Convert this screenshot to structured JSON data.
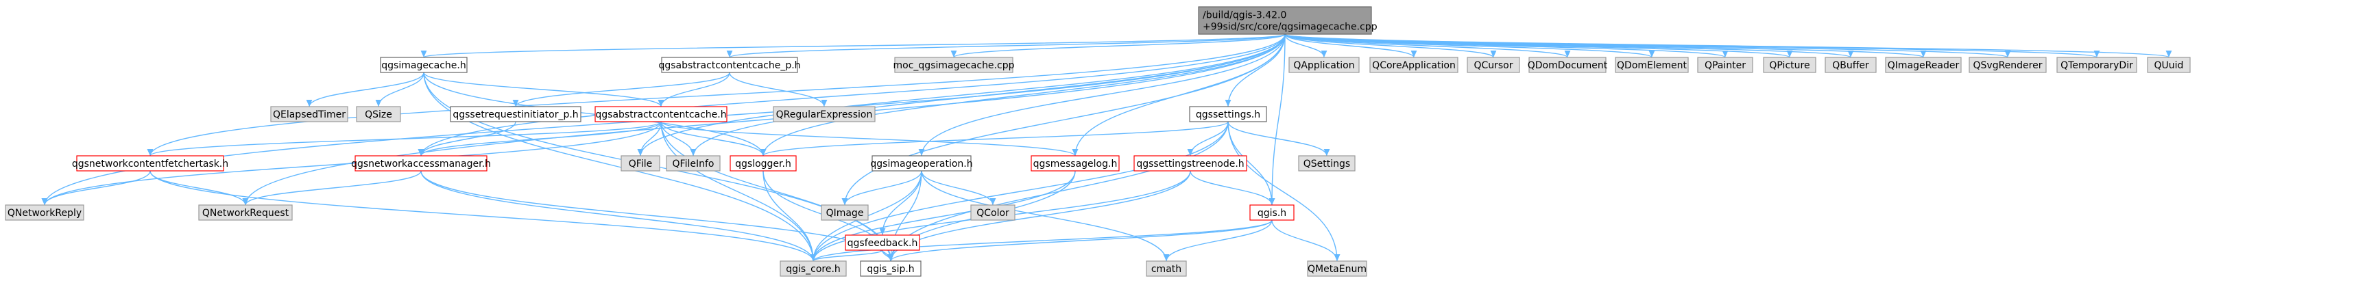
{
  "colors": {
    "edge": "#63b8ff",
    "root_fill": "#999999",
    "root_stroke": "#666666",
    "linked_fill": "#ffffff",
    "linked_stroke_red": "#ff0000",
    "linked_stroke_gray": "#666666",
    "external_fill": "#e0e0e0",
    "external_stroke": "#999999"
  },
  "graph": {
    "nodes": [
      {
        "id": "root",
        "label": "/build/qgis-3.42.0\n+99sid/src/core/qgsimagecache.cpp",
        "kind": "root"
      },
      {
        "id": "qgsimagecache_h",
        "label": "qgsimagecache.h",
        "kind": "linked"
      },
      {
        "id": "qgsabstractcontentcache_p_h",
        "label": "qgsabstractcontentcache_p.h",
        "kind": "linked"
      },
      {
        "id": "moc",
        "label": "moc_qgsimagecache.cpp",
        "kind": "external"
      },
      {
        "id": "qgssettings_h",
        "label": "qgssettings.h",
        "kind": "linked"
      },
      {
        "id": "QApplication",
        "label": "QApplication",
        "kind": "external"
      },
      {
        "id": "QCoreApplication",
        "label": "QCoreApplication",
        "kind": "external"
      },
      {
        "id": "QCursor",
        "label": "QCursor",
        "kind": "external"
      },
      {
        "id": "QDomDocument",
        "label": "QDomDocument",
        "kind": "external"
      },
      {
        "id": "QDomElement",
        "label": "QDomElement",
        "kind": "external"
      },
      {
        "id": "QPainter",
        "label": "QPainter",
        "kind": "external"
      },
      {
        "id": "QPicture",
        "label": "QPicture",
        "kind": "external"
      },
      {
        "id": "QBuffer",
        "label": "QBuffer",
        "kind": "external"
      },
      {
        "id": "QImageReader",
        "label": "QImageReader",
        "kind": "external"
      },
      {
        "id": "QSvgRenderer",
        "label": "QSvgRenderer",
        "kind": "external"
      },
      {
        "id": "QTemporaryDir",
        "label": "QTemporaryDir",
        "kind": "external"
      },
      {
        "id": "QUuid",
        "label": "QUuid",
        "kind": "external"
      },
      {
        "id": "QElapsedTimer",
        "label": "QElapsedTimer",
        "kind": "external"
      },
      {
        "id": "QSize",
        "label": "QSize",
        "kind": "external"
      },
      {
        "id": "qgssetrequestinitiator_p_h",
        "label": "qgssetrequestinitiator_p.h",
        "kind": "linked"
      },
      {
        "id": "qgsabstractcontentcache_h",
        "label": "qgsabstractcontentcache.h",
        "kind": "linked-red"
      },
      {
        "id": "QRegularExpression",
        "label": "QRegularExpression",
        "kind": "external"
      },
      {
        "id": "qgsnetworkcontentfetchertask_h",
        "label": "qgsnetworkcontentfetchertask.h",
        "kind": "linked-red"
      },
      {
        "id": "qgsnetworkaccessmanager_h",
        "label": "qgsnetworkaccessmanager.h",
        "kind": "linked-red"
      },
      {
        "id": "QFile",
        "label": "QFile",
        "kind": "external"
      },
      {
        "id": "QFileInfo",
        "label": "QFileInfo",
        "kind": "external"
      },
      {
        "id": "qgslogger_h",
        "label": "qgslogger.h",
        "kind": "linked-red"
      },
      {
        "id": "qgsimageoperation_h",
        "label": "qgsimageoperation.h",
        "kind": "linked"
      },
      {
        "id": "qgsmessagelog_h",
        "label": "qgsmessagelog.h",
        "kind": "linked-red"
      },
      {
        "id": "qgssettingstreenode_h",
        "label": "qgssettingstreenode.h",
        "kind": "linked-red"
      },
      {
        "id": "QSettings",
        "label": "QSettings",
        "kind": "external"
      },
      {
        "id": "QNetworkReply",
        "label": "QNetworkReply",
        "kind": "external"
      },
      {
        "id": "QNetworkRequest",
        "label": "QNetworkRequest",
        "kind": "external"
      },
      {
        "id": "QImage",
        "label": "QImage",
        "kind": "external"
      },
      {
        "id": "QColor",
        "label": "QColor",
        "kind": "external"
      },
      {
        "id": "qgsfeedback_h",
        "label": "qgsfeedback.h",
        "kind": "linked-red"
      },
      {
        "id": "qgis_h",
        "label": "qgis.h",
        "kind": "linked-red"
      },
      {
        "id": "qgis_core_h",
        "label": "qgis_core.h",
        "kind": "external"
      },
      {
        "id": "qgis_sip_h",
        "label": "qgis_sip.h",
        "kind": "linked"
      },
      {
        "id": "cmath",
        "label": "cmath",
        "kind": "external"
      },
      {
        "id": "QMetaEnum",
        "label": "QMetaEnum",
        "kind": "external"
      }
    ],
    "edges": [
      [
        "root",
        "qgsimagecache_h"
      ],
      [
        "root",
        "qgsabstractcontentcache_p_h"
      ],
      [
        "root",
        "moc"
      ],
      [
        "root",
        "qgssettings_h"
      ],
      [
        "root",
        "QApplication"
      ],
      [
        "root",
        "QCoreApplication"
      ],
      [
        "root",
        "QCursor"
      ],
      [
        "root",
        "QDomDocument"
      ],
      [
        "root",
        "QDomElement"
      ],
      [
        "root",
        "QPainter"
      ],
      [
        "root",
        "QPicture"
      ],
      [
        "root",
        "QBuffer"
      ],
      [
        "root",
        "QImageReader"
      ],
      [
        "root",
        "QSvgRenderer"
      ],
      [
        "root",
        "QTemporaryDir"
      ],
      [
        "root",
        "QUuid"
      ],
      [
        "root",
        "qgsnetworkcontentfetchertask_h"
      ],
      [
        "root",
        "qgsnetworkaccessmanager_h"
      ],
      [
        "root",
        "qgslogger_h"
      ],
      [
        "root",
        "qgsmessagelog_h"
      ],
      [
        "root",
        "qgsimageoperation_h"
      ],
      [
        "root",
        "qgis_h"
      ],
      [
        "root",
        "QNetworkReply"
      ],
      [
        "root",
        "QNetworkRequest"
      ],
      [
        "root",
        "QImage"
      ],
      [
        "root",
        "QFile"
      ],
      [
        "root",
        "QFileInfo"
      ],
      [
        "qgsimagecache_h",
        "QElapsedTimer"
      ],
      [
        "qgsimagecache_h",
        "QSize"
      ],
      [
        "qgsimagecache_h",
        "qgsabstractcontentcache_h"
      ],
      [
        "qgsimagecache_h",
        "qgis_core_h"
      ],
      [
        "qgsimagecache_h",
        "qgis_sip_h"
      ],
      [
        "qgsimagecache_h",
        "qgslogger_h"
      ],
      [
        "qgsabstractcontentcache_p_h",
        "qgsabstractcontentcache_h"
      ],
      [
        "qgsabstractcontentcache_p_h",
        "QRegularExpression"
      ],
      [
        "qgsabstractcontentcache_p_h",
        "qgssetrequestinitiator_p_h"
      ],
      [
        "qgssetrequestinitiator_p_h",
        "qgsnetworkaccessmanager_h"
      ],
      [
        "qgsabstractcontentcache_h",
        "QFile"
      ],
      [
        "qgsabstractcontentcache_h",
        "QFileInfo"
      ],
      [
        "qgsabstractcontentcache_h",
        "qgslogger_h"
      ],
      [
        "qgsabstractcontentcache_h",
        "qgsmessagelog_h"
      ],
      [
        "qgsabstractcontentcache_h",
        "qgsnetworkcontentfetchertask_h"
      ],
      [
        "qgsabstractcontentcache_h",
        "qgsnetworkaccessmanager_h"
      ],
      [
        "qgsabstractcontentcache_h",
        "qgis_core_h"
      ],
      [
        "qgsabstractcontentcache_h",
        "qgis_sip_h"
      ],
      [
        "qgsabstractcontentcache_h",
        "QNetworkReply"
      ],
      [
        "qgsnetworkcontentfetchertask_h",
        "QNetworkReply"
      ],
      [
        "qgsnetworkcontentfetchertask_h",
        "QNetworkRequest"
      ],
      [
        "qgsnetworkcontentfetchertask_h",
        "qgis_core_h"
      ],
      [
        "qgsnetworkaccessmanager_h",
        "QNetworkRequest"
      ],
      [
        "qgsnetworkaccessmanager_h",
        "qgis_core_h"
      ],
      [
        "qgsnetworkaccessmanager_h",
        "qgis_sip_h"
      ],
      [
        "qgslogger_h",
        "qgis_core_h"
      ],
      [
        "qgslogger_h",
        "qgis_sip_h"
      ],
      [
        "qgsmessagelog_h",
        "qgis_core_h"
      ],
      [
        "qgsmessagelog_h",
        "qgis_sip_h"
      ],
      [
        "qgssettings_h",
        "QSettings"
      ],
      [
        "qgssettings_h",
        "QMetaEnum"
      ],
      [
        "qgssettings_h",
        "qgssettingstreenode_h"
      ],
      [
        "qgssettings_h",
        "qgis_core_h"
      ],
      [
        "qgssettings_h",
        "qgis_sip_h"
      ],
      [
        "qgssettings_h",
        "qgslogger_h"
      ],
      [
        "qgssettings_h",
        "qgis_h"
      ],
      [
        "qgsimageoperation_h",
        "QImage"
      ],
      [
        "qgsimageoperation_h",
        "QColor"
      ],
      [
        "qgsimageoperation_h",
        "qgsfeedback_h"
      ],
      [
        "qgsimageoperation_h",
        "qgis_core_h"
      ],
      [
        "qgsimageoperation_h",
        "qgis_sip_h"
      ],
      [
        "qgsimageoperation_h",
        "cmath"
      ],
      [
        "qgssettingstreenode_h",
        "qgis_h"
      ],
      [
        "qgssettingstreenode_h",
        "qgis_core_h"
      ],
      [
        "qgssettingstreenode_h",
        "qgis_sip_h"
      ],
      [
        "qgsfeedback_h",
        "qgis_core_h"
      ],
      [
        "qgsfeedback_h",
        "qgis_sip_h"
      ],
      [
        "qgis_h",
        "QMetaEnum"
      ],
      [
        "qgis_h",
        "cmath"
      ],
      [
        "qgis_h",
        "qgis_core_h"
      ],
      [
        "qgis_h",
        "qgis_sip_h"
      ]
    ]
  }
}
